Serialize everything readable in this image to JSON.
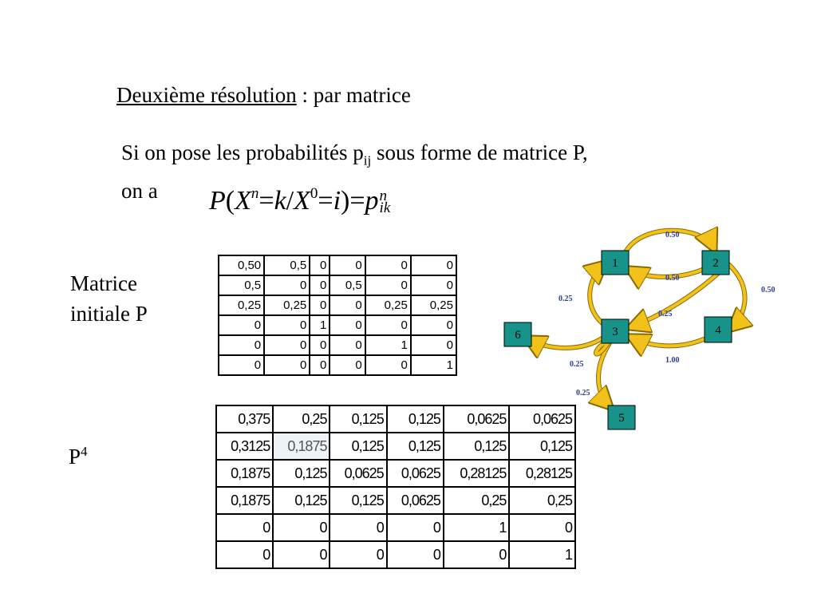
{
  "heading": {
    "underlined": "Deuxième résolution",
    "rest": " : par matrice"
  },
  "intro": {
    "part1": "Si on pose les probabilités p",
    "sub": "ij",
    "part2": " sous forme de matrice P,",
    "line2": "on a"
  },
  "formula": {
    "P": "P",
    "open": "(",
    "X1": "X",
    "n": "n",
    "eq1": "=",
    "k": "k",
    "slash": "/",
    "X2": "X",
    "zero": "0",
    "eq2": "=",
    "i": "i",
    "close": ")=",
    "p": "p",
    "sup_n": "n",
    "sub_ik": "ik"
  },
  "labels": {
    "initial_line1": "Matrice",
    "initial_line2": "initiale P",
    "p4_base": "P",
    "p4_exp": "4"
  },
  "matrix_p": [
    [
      "0,50",
      "0,5",
      "0",
      "0",
      "0",
      "0"
    ],
    [
      "0,5",
      "0",
      "0",
      "0,5",
      "0",
      "0"
    ],
    [
      "0,25",
      "0,25",
      "0",
      "0",
      "0,25",
      "0,25"
    ],
    [
      "0",
      "0",
      "1",
      "0",
      "0",
      "0"
    ],
    [
      "0",
      "0",
      "0",
      "0",
      "1",
      "0"
    ],
    [
      "0",
      "0",
      "0",
      "0",
      "0",
      "1"
    ]
  ],
  "matrix_p4": [
    [
      "0,375",
      "0,25",
      "0,125",
      "0,125",
      "0,0625",
      "0,0625"
    ],
    [
      "0,3125",
      "0,1875",
      "0,125",
      "0,125",
      "0,125",
      "0,125"
    ],
    [
      "0,1875",
      "0,125",
      "0,0625",
      "0,0625",
      "0,28125",
      "0,28125"
    ],
    [
      "0,1875",
      "0,125",
      "0,125",
      "0,0625",
      "0,25",
      "0,25"
    ],
    [
      "0",
      "0",
      "0",
      "0",
      "1",
      "0"
    ],
    [
      "0",
      "0",
      "0",
      "0",
      "0",
      "1"
    ]
  ],
  "graph": {
    "nodes": [
      "1",
      "2",
      "3",
      "4",
      "5",
      "6"
    ],
    "edge_labels": [
      "0.50",
      "0.50",
      "0.50",
      "0.25",
      "0.25",
      "0.25",
      "0.25",
      "1.00"
    ],
    "node_color": "#18938a",
    "arrow_color": "#f2c21b",
    "label_color": "#2c3aa0"
  }
}
